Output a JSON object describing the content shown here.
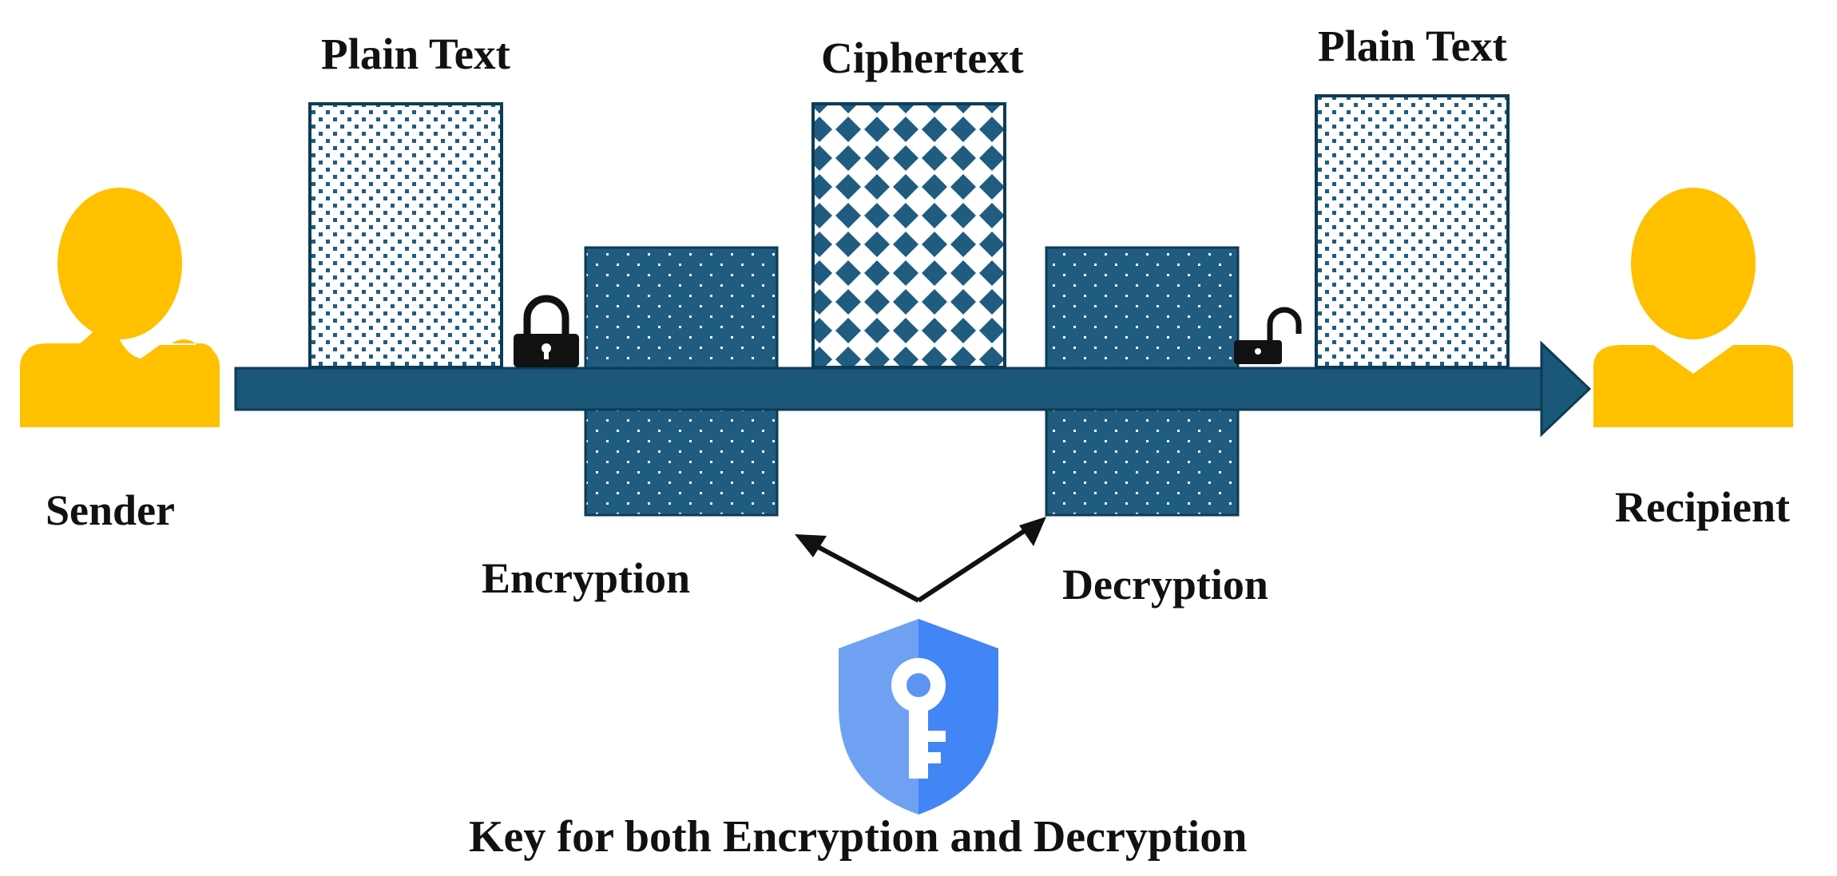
{
  "diagram": {
    "labels": {
      "sender": "Sender",
      "recipient": "Recipient",
      "plaintext_left": "Plain Text",
      "ciphertext": "Ciphertext",
      "plaintext_right": "Plain Text",
      "encryption": "Encryption",
      "decryption": "Decryption",
      "key": "Key for both Encryption and Decryption"
    },
    "colors": {
      "person": "#FFC000",
      "block": "#1F5C80",
      "arrow": "#1A5778",
      "outline": "#0E3B54",
      "key_shield_light": "#6FA1F2",
      "key_shield_dark": "#4285F4",
      "pointer": "#111111"
    },
    "icons": [
      "person-icon",
      "lock-closed-icon",
      "lock-open-icon",
      "key-shield-icon"
    ]
  }
}
